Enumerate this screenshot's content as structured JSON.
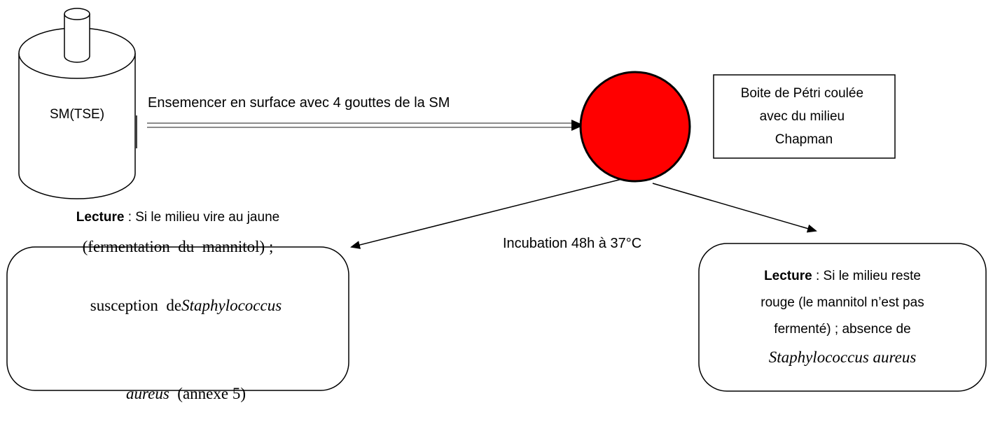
{
  "container": {
    "label": "SM(TSE)"
  },
  "arrow_label": "Ensemencer en surface avec 4 gouttes  de la SM",
  "petri": {
    "color": "#ff0000"
  },
  "petri_box": {
    "lines": [
      "Boite de Pétri coulée",
      "avec du  milieu",
      "Chapman"
    ]
  },
  "incubation_label": "Incubation 48h à 37°C",
  "left_result": {
    "bold": "Lecture",
    "line1_rest": " : Si le milieu vire au jaune",
    "line2": "(fermentation  du  mannitol) ;",
    "line3_pre": "susception  de",
    "line3_italic": "Staphylococcus",
    "line4_italic": "aureus",
    "line4_rest": "  (annexe 5)"
  },
  "right_result": {
    "bold": "Lecture",
    "line1_rest": " : Si le milieu reste",
    "line2": "rouge (le mannitol n’est pas",
    "line3": "fermenté) ; absence de",
    "line4_italic": "Staphylococcus aureus"
  }
}
